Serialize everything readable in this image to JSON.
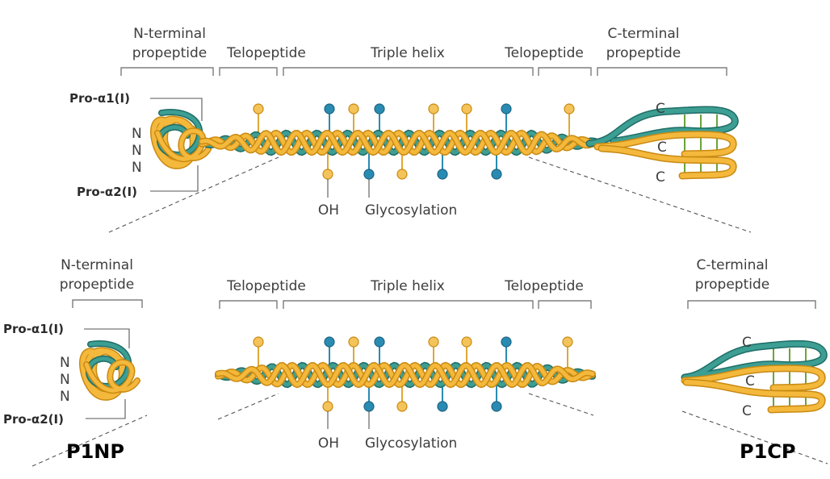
{
  "colors": {
    "chain_teal": "#3d9e93",
    "chain_teal_edge": "#1f6d66",
    "chain_gold": "#f4b93c",
    "chain_gold_edge": "#c98a12",
    "blue_knob": "#2a8bb2",
    "gold_knob": "#f4c35a",
    "crosslink_green": "#6aa43a"
  },
  "top": {
    "n_terminal_propeptide": [
      "N-terminal",
      "propeptide"
    ],
    "telopeptide_left": "Telopeptide",
    "triple_helix": "Triple helix",
    "telopeptide_right": "Telopeptide",
    "c_terminal_propeptide": [
      "C-terminal",
      "propeptide"
    ],
    "pro_alpha1": "Pro-α1(I)",
    "pro_alpha2": "Pro-α2(I)",
    "n_labels": [
      "N",
      "N",
      "N"
    ],
    "c_labels": [
      "C",
      "C",
      "C"
    ],
    "oh_label": "OH",
    "glycosylation_label": "Glycosylation"
  },
  "bottom": {
    "n_terminal_propeptide": [
      "N-terminal",
      "propeptide"
    ],
    "telopeptide_left": "Telopeptide",
    "triple_helix": "Triple helix",
    "telopeptide_right": "Telopeptide",
    "c_terminal_propeptide": [
      "C-terminal",
      "propeptide"
    ],
    "pro_alpha1": "Pro-α1(I)",
    "pro_alpha2": "Pro-α2(I)",
    "n_labels": [
      "N",
      "N",
      "N"
    ],
    "c_labels": [
      "C",
      "C",
      "C"
    ],
    "oh_label": "OH",
    "glycosylation_label": "Glycosylation",
    "p1np": "P1NP",
    "p1cp": "P1CP"
  }
}
